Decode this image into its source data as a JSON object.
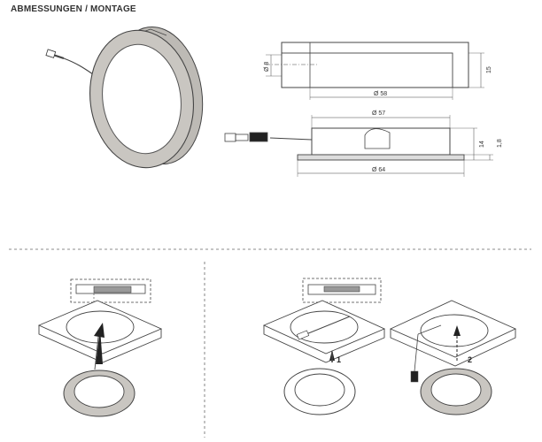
{
  "title": "ABMESSUNGEN / MONTAGE",
  "dimensions": {
    "top_view": {
      "bore": "Ø 8",
      "inner": "Ø 58",
      "height": "15"
    },
    "side_view": {
      "body": "Ø 57",
      "flange": "Ø 64",
      "height": "14",
      "rim": "1,8"
    }
  },
  "steps": {
    "step1": "1",
    "step2": "2"
  },
  "colors": {
    "line": "#444444",
    "ring": "#c9c6c1",
    "ring_inner": "#ffffff",
    "fill_gray": "#999999"
  }
}
